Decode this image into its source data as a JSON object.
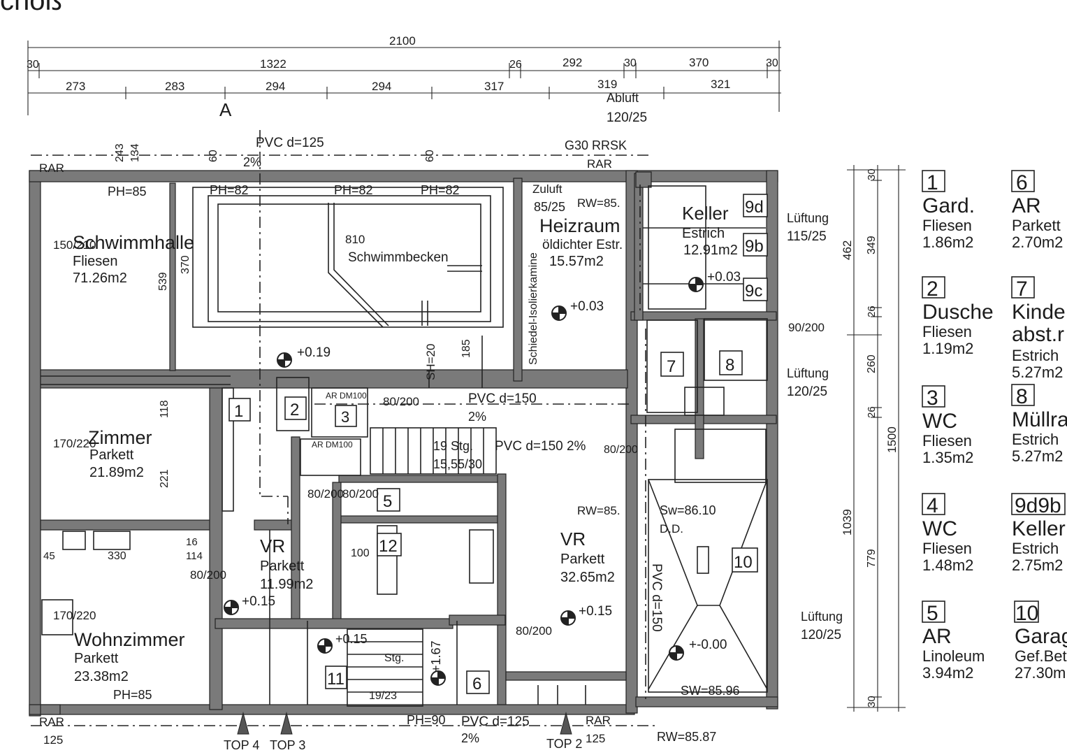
{
  "header": {
    "title_fragment": "choß"
  },
  "dimensions": {
    "total": "2100",
    "row1": [
      "30",
      "1322",
      "26",
      "292",
      "30",
      "370",
      "30"
    ],
    "row2": [
      "273",
      "283",
      "294",
      "294",
      "317",
      "319",
      "321"
    ],
    "right_outer": [
      "462",
      "1039",
      "1500"
    ],
    "right_inner": [
      "30",
      "349",
      "26",
      "260",
      "26",
      "779",
      "30"
    ]
  },
  "rooms": {
    "schwimmhalle": {
      "name": "Schwimmhalle",
      "material": "Fliesen",
      "area": "71.26m2"
    },
    "schwimmbecken": {
      "label": "Schwimmbecken",
      "length": "810",
      "width": "370"
    },
    "heizraum": {
      "name": "Heizraum",
      "material": "öldichter Estr.",
      "area": "15.57m2"
    },
    "keller": {
      "name": "Keller",
      "material": "Estrich",
      "area": "12.91m2"
    },
    "zimmer": {
      "name": "Zimmer",
      "material": "Parkett",
      "area": "21.89m2"
    },
    "wohnzimmer": {
      "name": "Wohnzimmer",
      "material": "Parkett",
      "area": "23.38m2"
    },
    "vr_small": {
      "name": "VR",
      "material": "Parkett",
      "area": "11.99m2"
    },
    "vr_large": {
      "name": "VR",
      "material": "Parkett",
      "area": "32.65m2"
    }
  },
  "annotations": {
    "pvc_top": "PVC d=125",
    "slope_top": "2%",
    "pvc_mid": "PVC d=150",
    "slope_mid": "2%",
    "pvc_stair": "PVC d=150 2%",
    "pvc_bottom": "PVC d=125",
    "slope_bottom": "2%",
    "pvc_garage": "PVC d=150",
    "section": "A",
    "abluft": "Abluft",
    "abluft_size": "120/25",
    "zuluft": "Zuluft",
    "zuluft_size": "85/25",
    "lueftung": "Lüftung",
    "lueftung_1": "115/25",
    "lueftung_2": "120/25",
    "lueftung_3": "120/25",
    "g30": "G30 RRSK",
    "rar": "RAR",
    "rar_125": "125",
    "ph85": "PH=85",
    "ph82": "PH=82",
    "ph90": "PH=90",
    "rw_heiz": "RW=85.",
    "rw_vr": "RW=85.",
    "rw_bottom": "RW=85.87",
    "sw_garage": "Sw=86.10",
    "sw_bottom": "SW=85.96",
    "dd": "D.D.",
    "sh20": "SH=20",
    "stairs_main": "19 Stg.",
    "stairs_main_dim": "15,55/30",
    "stairs_lower": "Stg.",
    "stairs_lower_dim": "19/23",
    "kamin": "Schiedel-Isolierkamine",
    "lvl_019": "+0.19",
    "lvl_003a": "+0.03",
    "lvl_003b": "+0.03",
    "lvl_015a": "+0.15",
    "lvl_015b": "+0.15",
    "lvl_015c": "+0.15",
    "lvl_167": "+1.67",
    "lvl_000": "+-0.00",
    "top4": "TOP 4",
    "top3": "TOP 3",
    "top2": "TOP 2",
    "ar_dm100": "AR DM100",
    "d_80_200": "80/200",
    "d_90_200": "90/200",
    "d_170_220": "170/220",
    "d_150_210": "150/210",
    "m_330": "330",
    "m_114": "114",
    "m_16": "16",
    "m_45": "45",
    "m_118": "118",
    "m_221": "221",
    "m_539": "539",
    "m_243": "243",
    "m_134": "134",
    "m_60": "60",
    "m_185": "185",
    "m_100": "100",
    "door_keys": [
      "1",
      "2",
      "3",
      "5",
      "6",
      "7",
      "8",
      "9b",
      "9c",
      "9d",
      "10",
      "11",
      "12"
    ]
  },
  "legend": [
    {
      "num": "1",
      "name": "Gard.",
      "material": "Fliesen",
      "area": "1.86m2"
    },
    {
      "num": "2",
      "name": "Dusche",
      "material": "Fliesen",
      "area": "1.19m2"
    },
    {
      "num": "3",
      "name": "WC",
      "material": "Fliesen",
      "area": "1.35m2"
    },
    {
      "num": "4",
      "name": "WC",
      "material": "Fliesen",
      "area": "1.48m2"
    },
    {
      "num": "5",
      "name": "AR",
      "material": "Linoleum",
      "area": "3.94m2"
    },
    {
      "num": "6",
      "name": "AR",
      "material": "Parkett",
      "area": "2.70m2"
    },
    {
      "num": "7",
      "name": "Kinde",
      "name2": "abst.r",
      "material": "Estrich",
      "area": "5.27m2"
    },
    {
      "num": "8",
      "name": "Müllra",
      "material": "Estrich",
      "area": "5.27m2"
    },
    {
      "num": "9d9b",
      "name": "Keller",
      "material": "Estrich",
      "area": "2.75m2"
    },
    {
      "num": "10",
      "name": "Garag",
      "material": "Gef.Bet",
      "area": "27.30m"
    }
  ]
}
